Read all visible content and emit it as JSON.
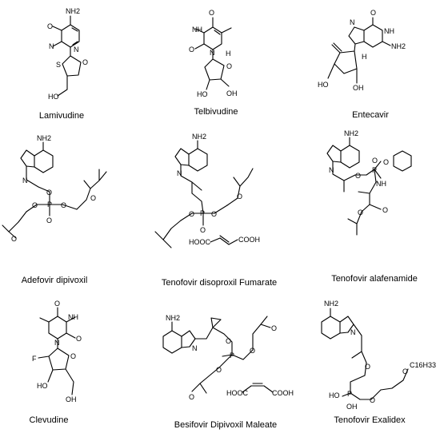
{
  "drugs": [
    {
      "id": "lamivudine",
      "name": "Lamivudine"
    },
    {
      "id": "telbivudine",
      "name": "Telbivudine"
    },
    {
      "id": "entecavir",
      "name": "Entecavir"
    },
    {
      "id": "adefovir",
      "name": "Adefovir dipivoxil"
    },
    {
      "id": "tdf",
      "name": "Tenofovir disoproxil Fumarate"
    },
    {
      "id": "taf",
      "name": "Tenofovir alafenamide"
    },
    {
      "id": "clevudine",
      "name": "Clevudine"
    },
    {
      "id": "besifovir",
      "name": "Besifovir Dipivoxil Maleate"
    },
    {
      "id": "exalidex",
      "name": "Tenofovir  Exalidex"
    }
  ],
  "atoms": {
    "nh2": "NH2",
    "n": "N",
    "o": "O",
    "s": "S",
    "h": "H",
    "f": "F",
    "p": "P",
    "nh": "NH",
    "ho": "HO",
    "oh": "OH",
    "hooc": "HOOC",
    "cooh": "COOH",
    "c16h33": "C16H33"
  }
}
